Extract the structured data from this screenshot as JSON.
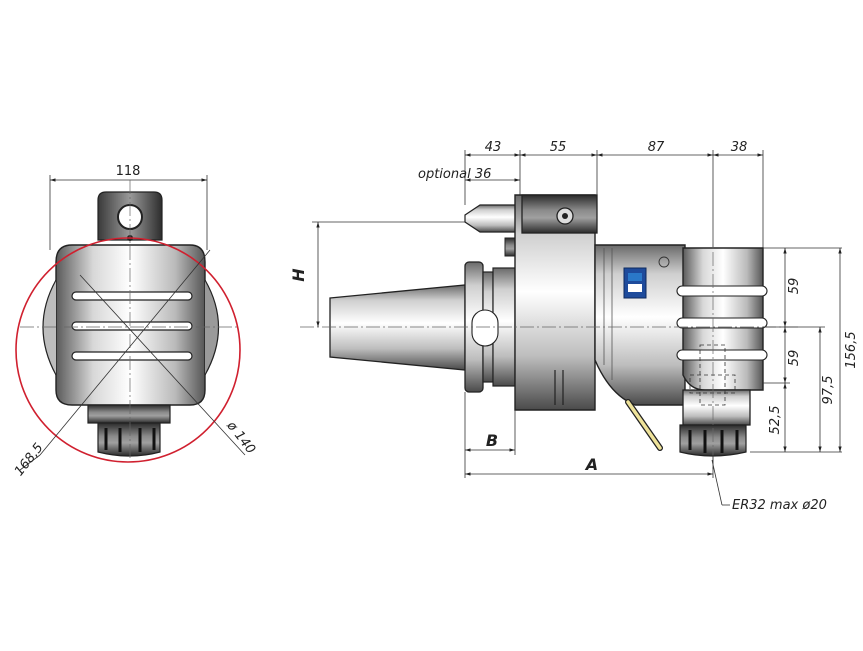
{
  "front_view": {
    "width_dim": "118",
    "circle_dia": "ø 140",
    "swing_dia": "168,5",
    "highlight_color": "#d0202f"
  },
  "side_view": {
    "top_dims": [
      "43",
      "55",
      "87",
      "38"
    ],
    "optional_note": "optional  36",
    "label_h": "H",
    "label_b": "B",
    "label_a": "A",
    "right_dims": [
      "59",
      "59",
      "156,5",
      "97,5",
      "52,5"
    ],
    "collet_note": "ER32 max ø20",
    "logo_colors": [
      "#1e4b9c",
      "#2a78c8"
    ]
  }
}
